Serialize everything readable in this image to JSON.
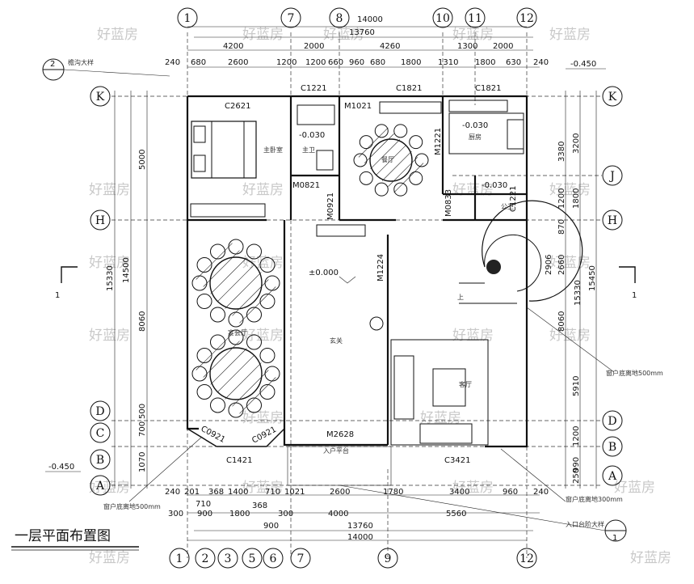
{
  "title": "一层平面布置图",
  "watermark": "好蓝房",
  "top_dims": {
    "total": "14000",
    "inner": "13760",
    "row1": [
      "4200",
      "2000",
      "4260",
      "1300",
      "2000"
    ],
    "row2": [
      "240",
      "680",
      "2600",
      "1200",
      "1200",
      "660",
      "960",
      "680",
      "1800",
      "1310",
      "1800",
      "630",
      "240"
    ]
  },
  "bottom_dims": {
    "row1": [
      "240",
      "201",
      "368",
      "1400",
      "710",
      "1021",
      "2600",
      "1780",
      "3400",
      "960",
      "240"
    ],
    "row2": [
      "300",
      "900",
      "1800",
      "368",
      "300",
      "4000",
      "5560"
    ],
    "row3": [
      "710",
      "900"
    ],
    "inner": "13760",
    "total": "14000"
  },
  "left_dims": {
    "total": "15330",
    "middle": "14500",
    "upper": "5000",
    "mid": "8060",
    "low": [
      "700",
      "500",
      "1070"
    ]
  },
  "right_dims": {
    "total": "15450",
    "inner": "15330",
    "a": [
      "3380",
      "1200",
      "870",
      "2660",
      "8060"
    ],
    "b": [
      "3200",
      "1800",
      "2906",
      "5910",
      "1200",
      "990",
      "250"
    ]
  },
  "grid_top": [
    "1",
    "7",
    "8",
    "10",
    "11",
    "12"
  ],
  "grid_bottom": [
    "1",
    "2",
    "3",
    "5",
    "6",
    "7",
    "9",
    "12"
  ],
  "grid_left": [
    "K",
    "H",
    "D",
    "C",
    "B",
    "A"
  ],
  "grid_right": [
    "K",
    "J",
    "H",
    "D",
    "B",
    "A"
  ],
  "windows": {
    "c2621": "C2621",
    "c1221a": "C1221",
    "c1821a": "C1821",
    "c1821b": "C1821",
    "c1221b": "C1221",
    "c1421": "C1421",
    "c3421": "C3421",
    "c0921a": "C0921",
    "c0921b": "C0921"
  },
  "doors": {
    "m1021": "M1021",
    "m0821": "M0821",
    "m0921": "M0921",
    "m1221": "M1221",
    "m0833": "M0833",
    "m1224": "M1224",
    "m2628": "M2628"
  },
  "levels": {
    "main": "±0.000",
    "bath": "-0.030",
    "kitchen": "-0.030",
    "pub": "-0.030",
    "outer_left": "-0.450",
    "outer_right": "-0.450"
  },
  "rooms": {
    "master": "主卧室",
    "bath": "主卫",
    "dining": "餐厅",
    "kitchen": "厨房",
    "pub": "公卫",
    "banquet": "宴会厅",
    "foyer": "玄关",
    "living": "客厅",
    "terrace": "入户平台",
    "up": "上"
  },
  "notes": {
    "eave": "檐沟大样",
    "eave_num": "2",
    "win500a": "窗户底离地500mm",
    "win500b": "窗户底离地500mm",
    "win300": "窗户底离地300mm",
    "step": "入口台阶大样",
    "step_num": "1",
    "sec_left": "1",
    "sec_right": "1"
  }
}
